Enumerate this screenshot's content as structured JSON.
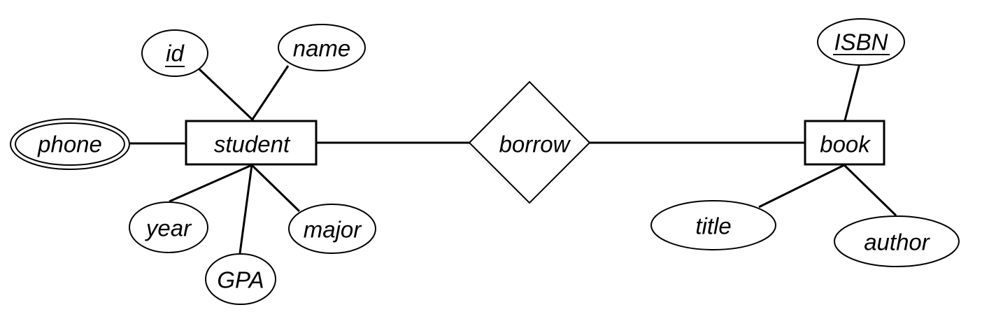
{
  "diagram": {
    "type": "entity-relationship",
    "entities": {
      "student": "student",
      "book": "book"
    },
    "relationship": {
      "borrow": "borrow"
    },
    "attributes": {
      "id": "id",
      "name": "name",
      "phone": "phone",
      "year": "year",
      "gpa": "GPA",
      "major": "major",
      "isbn": "ISBN",
      "title": "title",
      "author": "author"
    },
    "key_attributes": [
      "id",
      "ISBN"
    ],
    "multivalued_attributes": [
      "phone"
    ],
    "connections": [
      [
        "student",
        "borrow"
      ],
      [
        "borrow",
        "book"
      ],
      [
        "student",
        "id"
      ],
      [
        "student",
        "name"
      ],
      [
        "student",
        "phone"
      ],
      [
        "student",
        "year"
      ],
      [
        "student",
        "GPA"
      ],
      [
        "student",
        "major"
      ],
      [
        "book",
        "ISBN"
      ],
      [
        "book",
        "title"
      ],
      [
        "book",
        "author"
      ]
    ]
  }
}
